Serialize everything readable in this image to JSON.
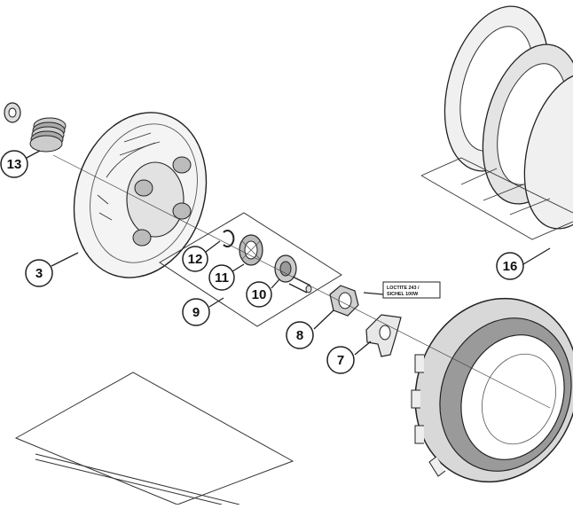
{
  "callouts": {
    "c13": "13",
    "c3": "3",
    "c12": "12",
    "c11": "11",
    "c10": "10",
    "c9": "9",
    "c8": "8",
    "c7": "7",
    "c16": "16"
  },
  "note": {
    "line1": "LOCTITE 243 /",
    "line2": "SICHEL 100W"
  },
  "colors": {
    "line": "#222222",
    "fill_light": "#eeeeee",
    "fill_mid": "#bbbbbb",
    "fill_dark": "#777777"
  }
}
